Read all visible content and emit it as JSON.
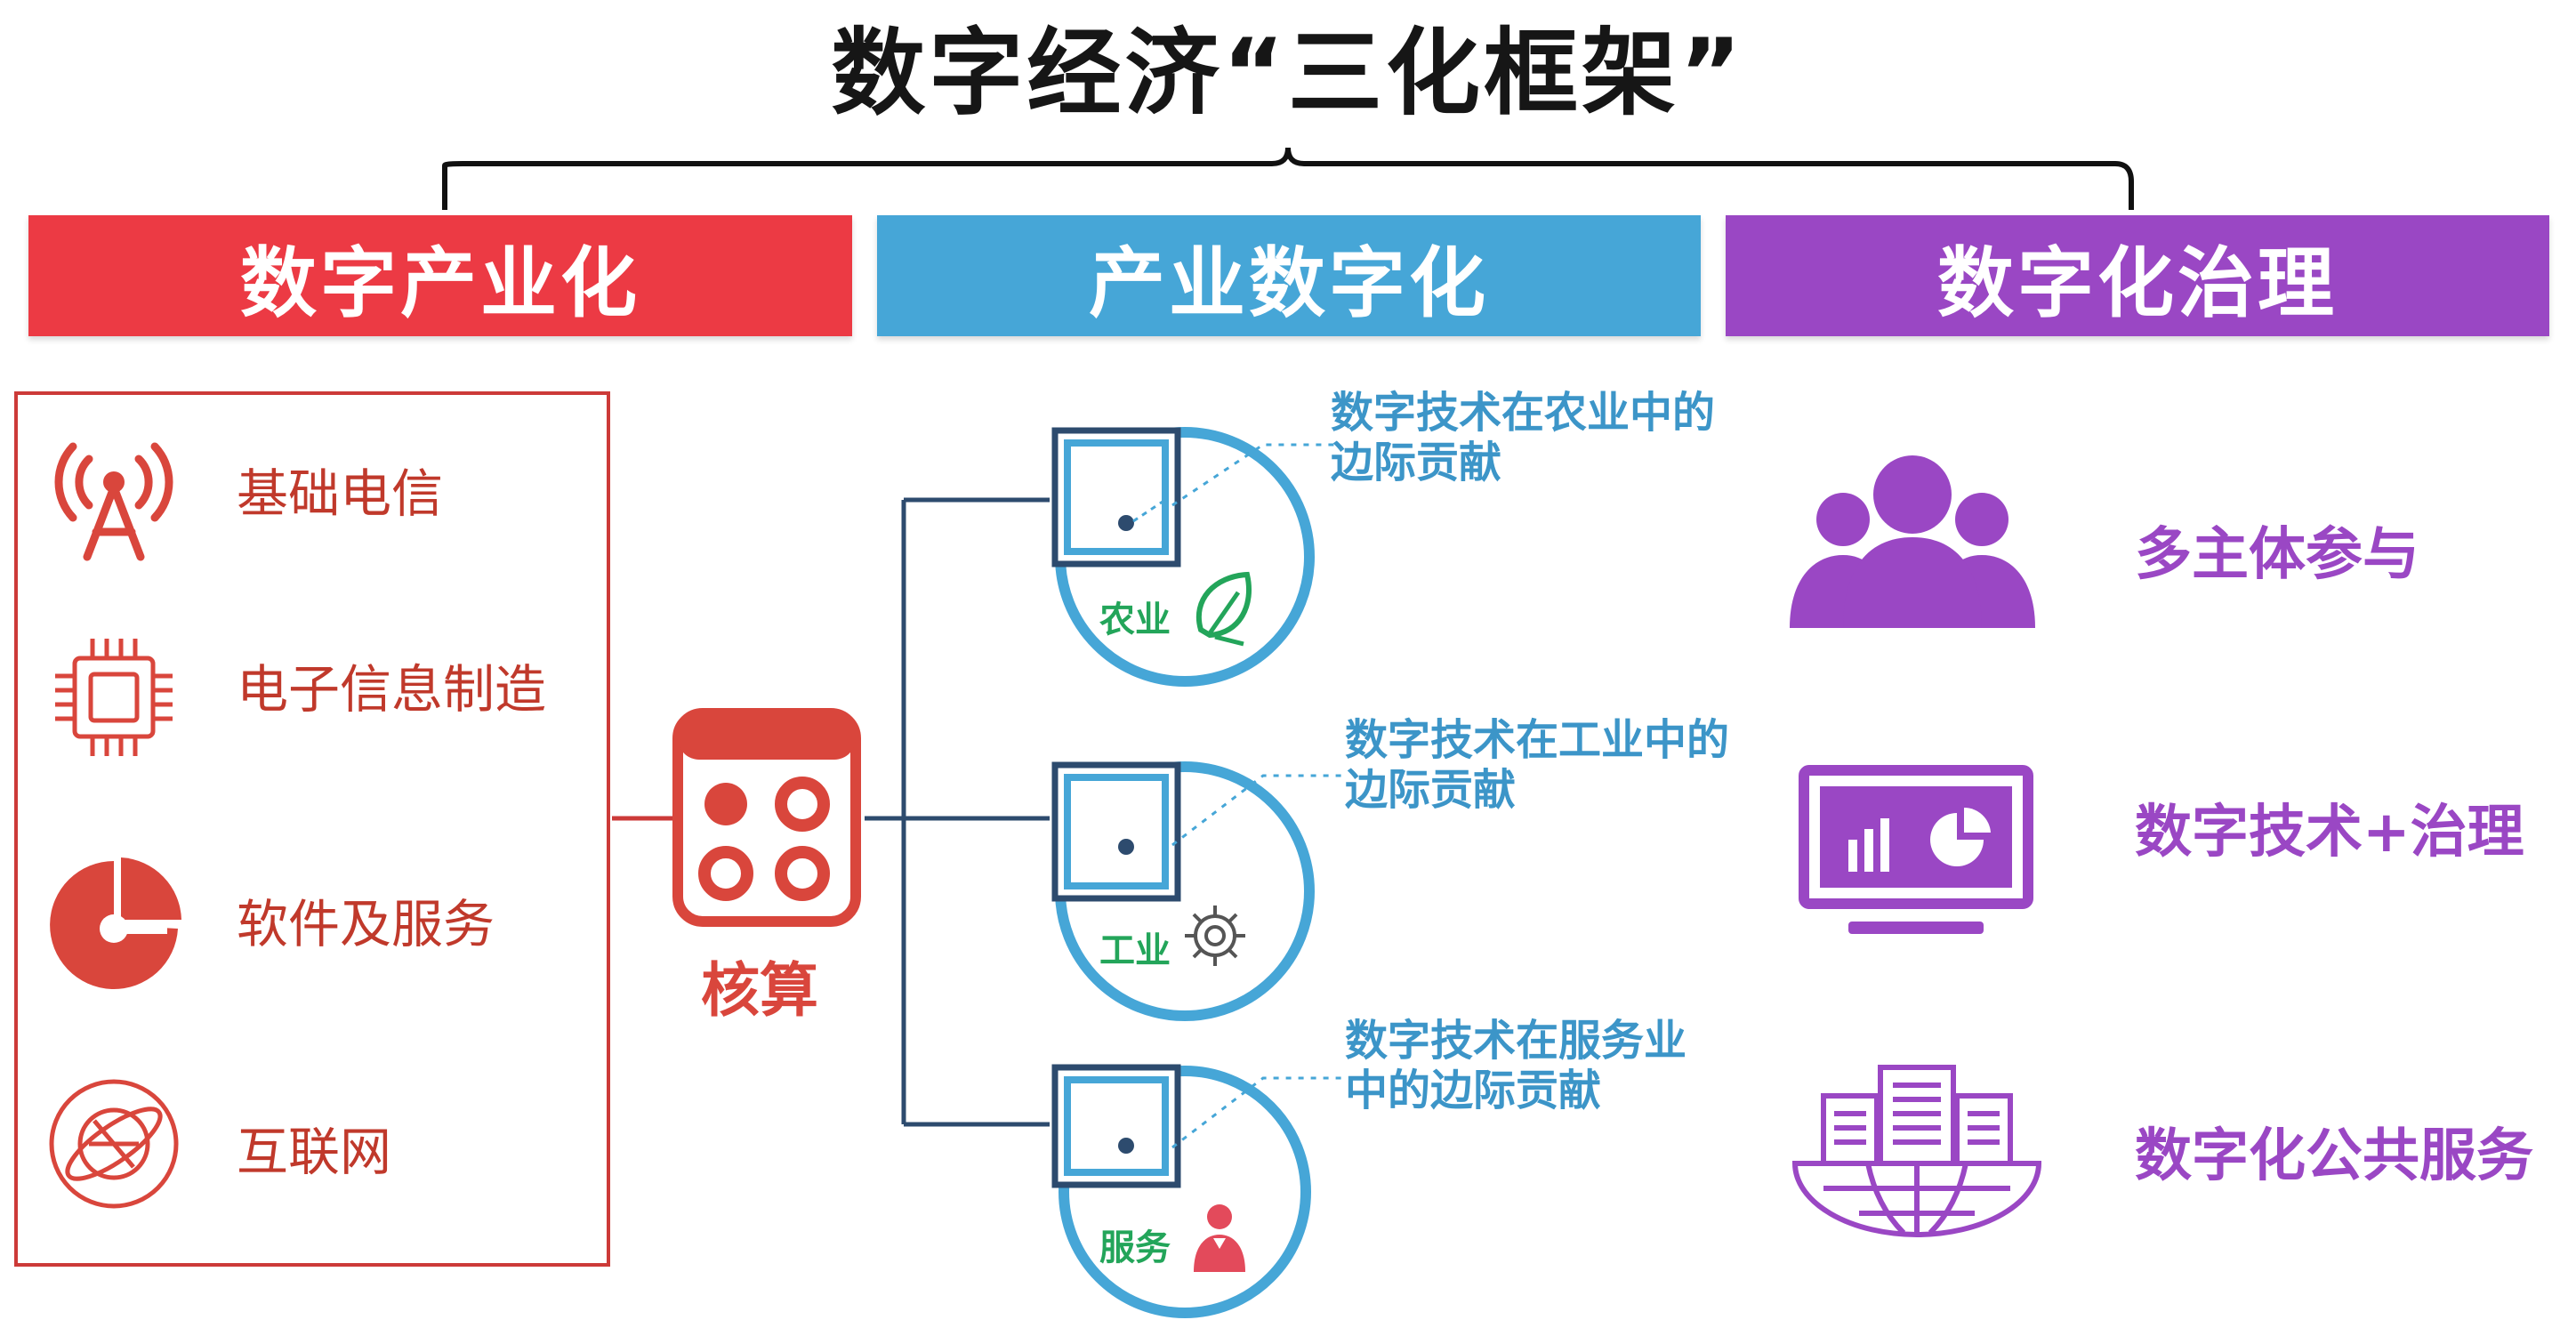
{
  "title": "数字经济“三化框架”",
  "banners": [
    {
      "label": "数字产业化",
      "color": "#ec3a44"
    },
    {
      "label": "产业数字化",
      "color": "#46a6d7"
    },
    {
      "label": "数字化治理",
      "color": "#9a47c4"
    }
  ],
  "industrialization": {
    "items": [
      {
        "label": "基础电信",
        "icon": "signal-tower-icon"
      },
      {
        "label": "电子信息制造",
        "icon": "chip-icon"
      },
      {
        "label": "软件及服务",
        "icon": "pie-chart-icon"
      },
      {
        "label": "互联网",
        "icon": "globe-icon"
      }
    ],
    "hub": {
      "label": "核算",
      "icon": "calculator-icon"
    }
  },
  "digitalization": {
    "sectors": [
      {
        "label": "农业",
        "note": "数字技术在农业中的边际贡献",
        "icon": "leaf-icon"
      },
      {
        "label": "工业",
        "note": "数字技术在工业中的边际贡献",
        "icon": "gear-icon"
      },
      {
        "label": "服务",
        "note": "数字技术在服务业中的边际贡献",
        "icon": "waiter-icon"
      }
    ]
  },
  "governance": {
    "items": [
      {
        "label": "多主体参与",
        "icon": "people-group-icon"
      },
      {
        "label": "数字技术+治理",
        "icon": "monitor-chart-icon"
      },
      {
        "label": "数字化公共服务",
        "icon": "city-globe-icon"
      }
    ]
  },
  "colors": {
    "red": "#d9463c",
    "blue": "#46a6d7",
    "purple": "#9a47c4",
    "green": "#23a55a",
    "navy": "#2d4b6e"
  }
}
